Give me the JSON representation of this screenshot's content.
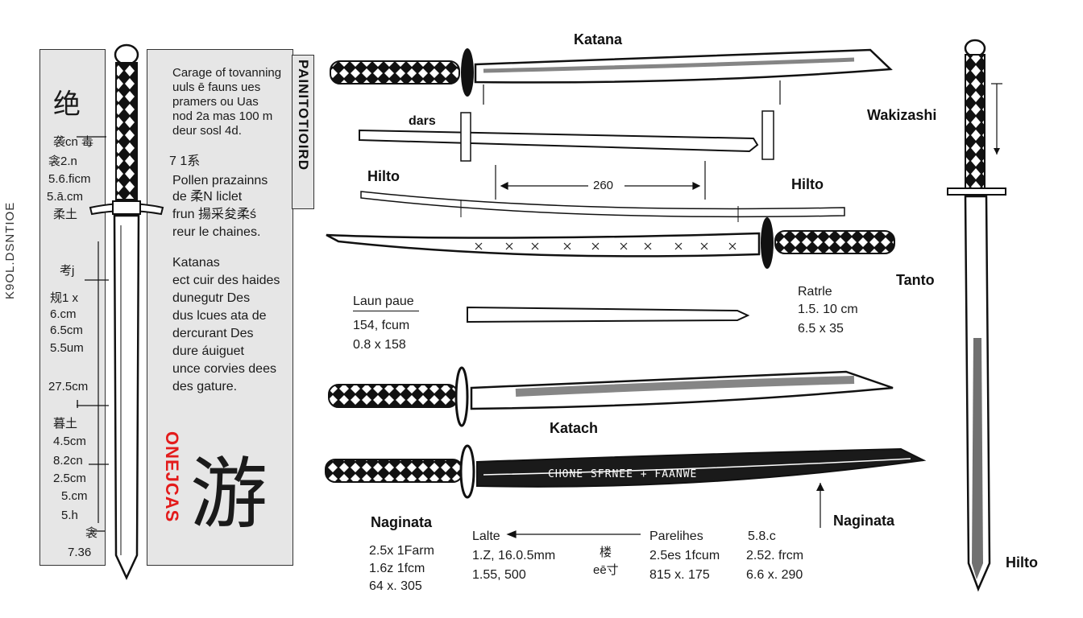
{
  "side_label": "K9OL.DSNTIOE",
  "left_panel": {
    "kanji_top": "绝",
    "measures": [
      "袭cn 毒",
      "衾2.n",
      "5.6.ficm",
      "5.ā.cm",
      "柔土",
      "考j",
      "规1 x",
      "6.cm",
      "6.5cm",
      "5.5um",
      "27.5cm",
      "I",
      "暮土",
      "4.5cm",
      "8.2cn",
      "2.5cm",
      "5.cm",
      "5.h",
      "衾",
      "7.36"
    ]
  },
  "mid_panel": {
    "para1": [
      "Carage of tovanning",
      "uuls ē fauns ues",
      "pramers ou Uas",
      "nod 2a mas 100 m",
      "deur sosl 4d."
    ],
    "mark": "7 1系",
    "para2": [
      "Pollen prazainns",
      "de 柔N liclet",
      "frun 揚采夋柔ś",
      "reur le chaines."
    ],
    "para3": [
      "Katanas",
      "ect cuir des haides",
      "dunegutr Des",
      "dus lcues ata de",
      "dercurant Des",
      "dure áuiguet",
      "unce corvies dees",
      "des gature."
    ],
    "red_label": "ONEJCAS",
    "big_kanji": "游"
  },
  "vertical_title": "PAINITOTIOIRD",
  "labels": {
    "katana": "Katana",
    "dars": "dars",
    "hilto_left": "Hilto",
    "dim_260": "260",
    "hilto_mid": "Hilto",
    "wakizashi": "Wakizashi",
    "tanto": "Tanto",
    "katach": "Katach",
    "naginata_left": "Naginata",
    "naginata_right": "Naginata",
    "hilto_bottom": "Hilto",
    "blade_text": "CHONE  SFRNEE +  FAANWE"
  },
  "notes": {
    "laun": [
      "Laun paue",
      "154, fcum",
      "0.8 x 158"
    ],
    "ratrle": [
      "Ratrle",
      "1.5. 10 cm",
      "6.5 x 35"
    ],
    "nag_dims": [
      "2.5x 1Farm",
      "1.6z 1fcm",
      "64 x. 305"
    ],
    "lalte": [
      "Lalte",
      "1.Z, 16.0.5mm",
      "1.55, 500"
    ],
    "kanji_small": [
      "楼",
      "eē寸"
    ],
    "parelihes": [
      "Parelihes",
      "2.5es 1fcum",
      "815 x. 175"
    ],
    "five": [
      "5.8.c",
      "2.52. frcm",
      "6.6 x. 290"
    ]
  },
  "colors": {
    "accent_red": "#e31b1b",
    "panel_gray": "#e6e6e6",
    "ink": "#111111"
  }
}
